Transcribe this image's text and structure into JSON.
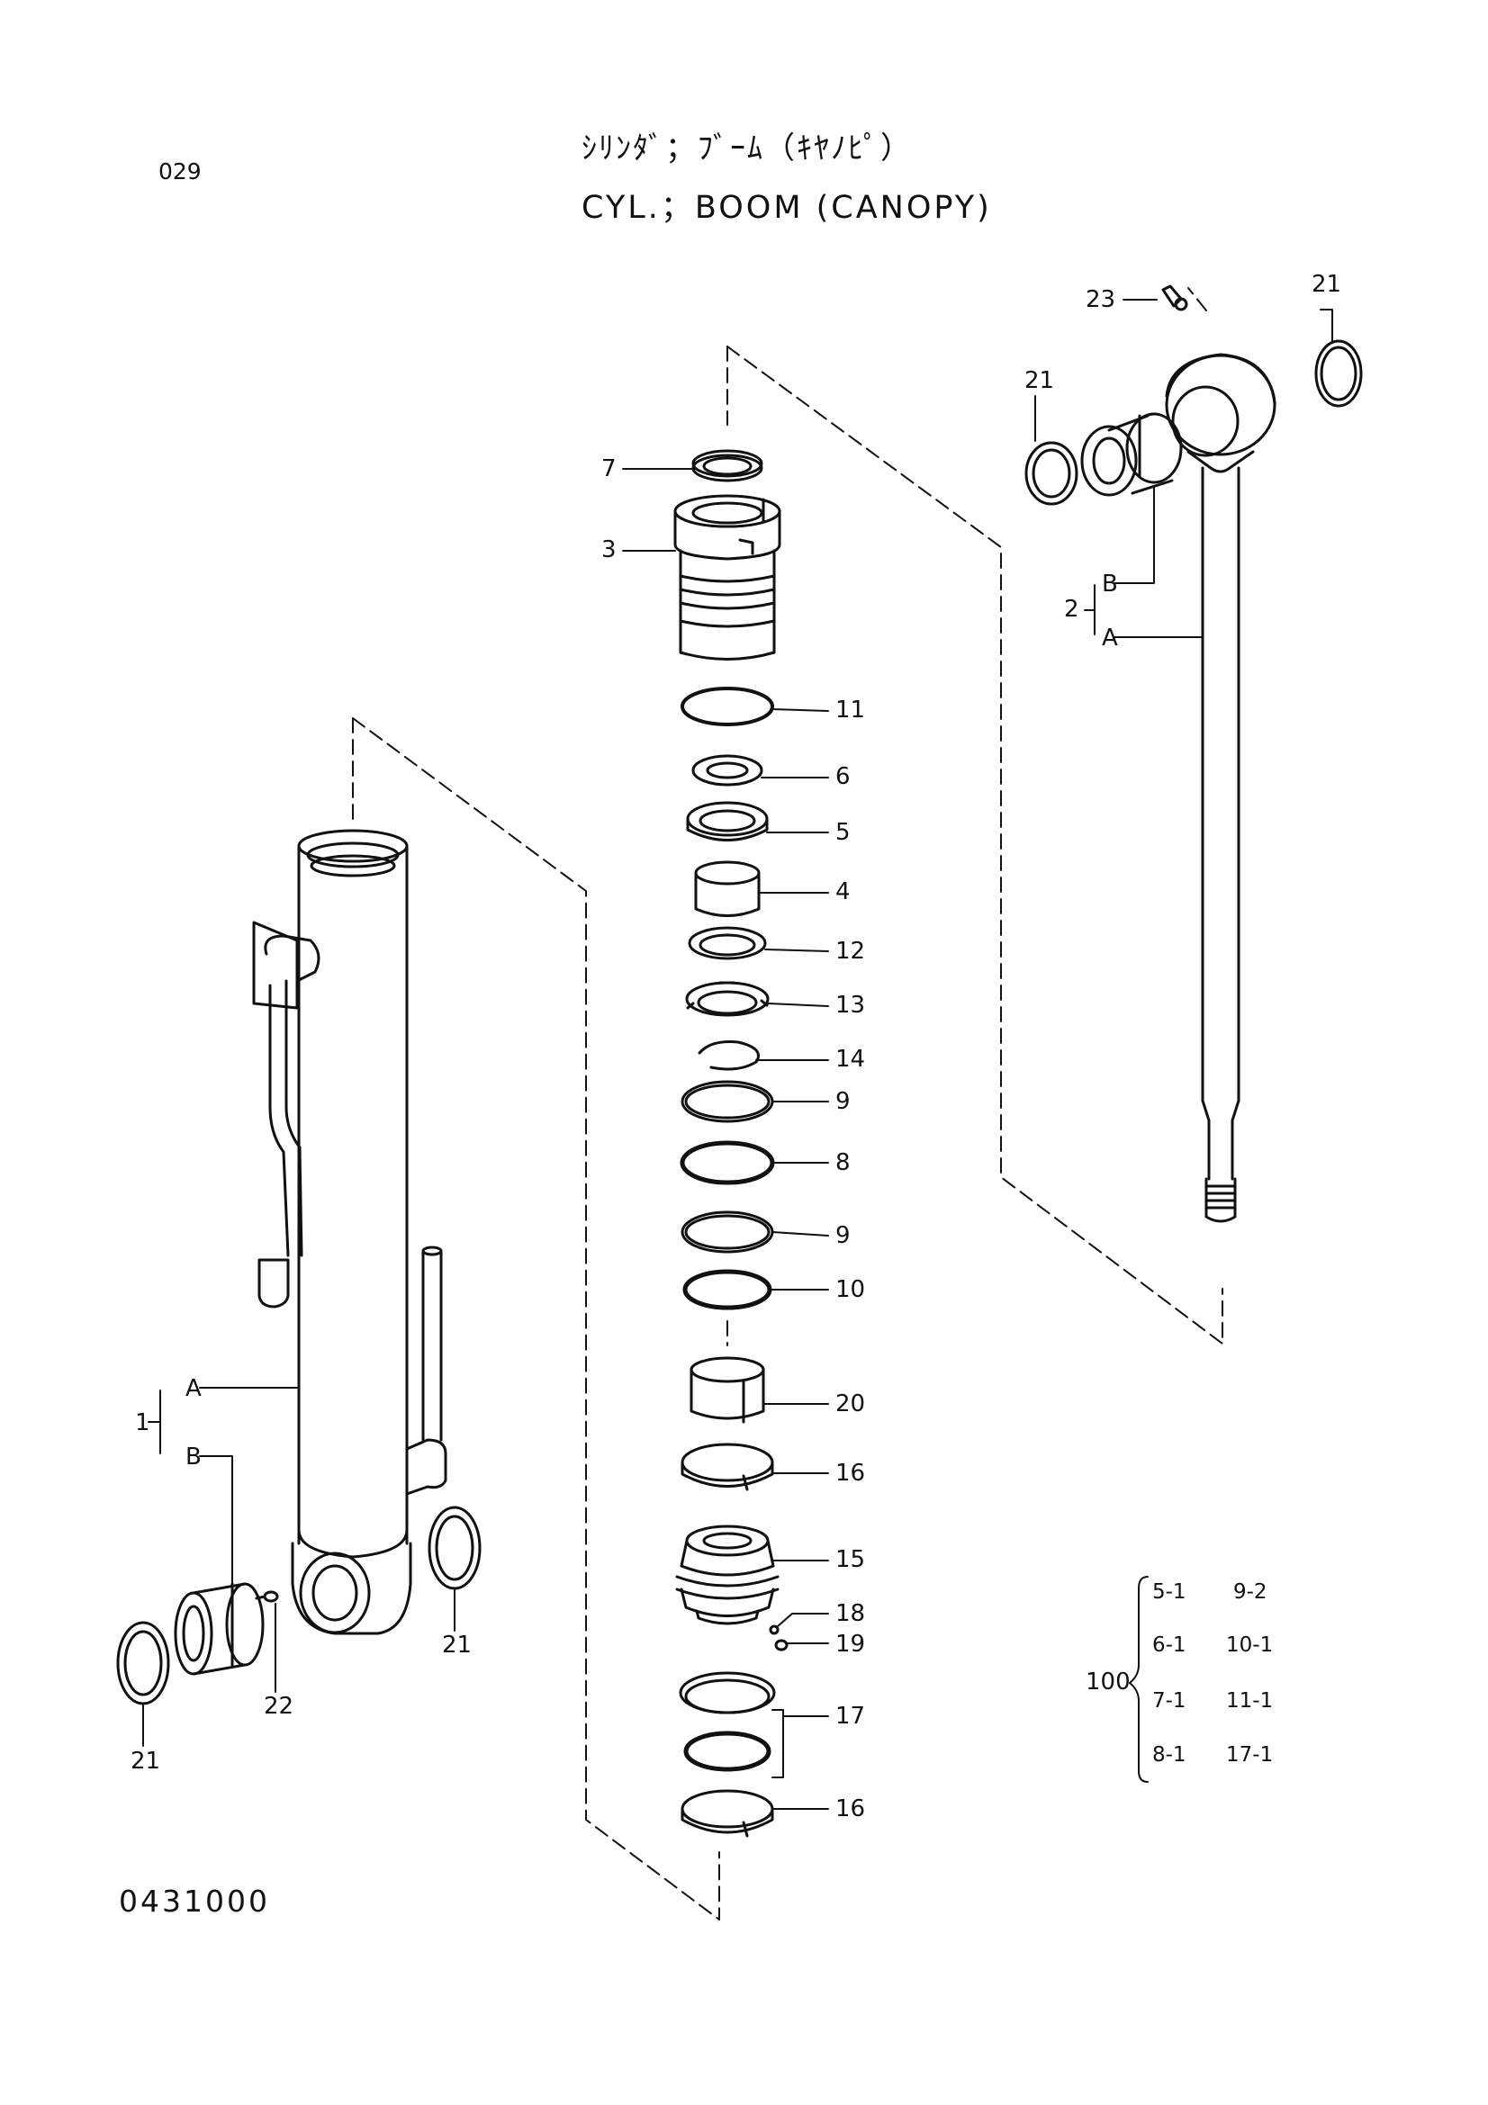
{
  "page": {
    "page_number": "029",
    "title_jp": "ｼﾘﾝﾀﾞ；ﾌﾞｰﾑ（ｷﾔﾉﾋﾟ）",
    "title_en": "CYL.；BOOM (CANOPY)",
    "drawing_number": "0431000"
  },
  "callouts": [
    {
      "id": "c7",
      "text": "7"
    },
    {
      "id": "c3",
      "text": "3"
    },
    {
      "id": "c11",
      "text": "11"
    },
    {
      "id": "c6",
      "text": "6"
    },
    {
      "id": "c5",
      "text": "5"
    },
    {
      "id": "c4",
      "text": "4"
    },
    {
      "id": "c12",
      "text": "12"
    },
    {
      "id": "c13",
      "text": "13"
    },
    {
      "id": "c14",
      "text": "14"
    },
    {
      "id": "c9a",
      "text": "9"
    },
    {
      "id": "c8",
      "text": "8"
    },
    {
      "id": "c9b",
      "text": "9"
    },
    {
      "id": "c10",
      "text": "10"
    },
    {
      "id": "c20",
      "text": "20"
    },
    {
      "id": "c16a",
      "text": "16"
    },
    {
      "id": "c15",
      "text": "15"
    },
    {
      "id": "c18",
      "text": "18"
    },
    {
      "id": "c19",
      "text": "19"
    },
    {
      "id": "c17",
      "text": "17"
    },
    {
      "id": "c16b",
      "text": "16"
    },
    {
      "id": "c23",
      "text": "23"
    },
    {
      "id": "c21a",
      "text": "21"
    },
    {
      "id": "c21b",
      "text": "21"
    },
    {
      "id": "c2",
      "text": "2"
    },
    {
      "id": "c2B",
      "text": "B"
    },
    {
      "id": "c2A",
      "text": "A"
    },
    {
      "id": "c1",
      "text": "1"
    },
    {
      "id": "c1A",
      "text": "A"
    },
    {
      "id": "c1B",
      "text": "B"
    },
    {
      "id": "c22",
      "text": "22"
    },
    {
      "id": "c21c",
      "text": "21"
    },
    {
      "id": "c21d",
      "text": "21"
    }
  ],
  "seal_kit": {
    "label": "100",
    "items": [
      "5-1",
      "9-2",
      "6-1",
      "10-1",
      "7-1",
      "11-1",
      "8-1",
      "17-1"
    ]
  }
}
